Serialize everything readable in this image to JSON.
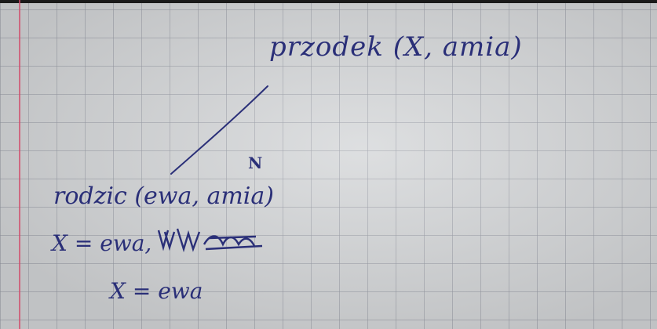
{
  "notebook": {
    "top_line": "przodek (X, amia)",
    "parent_line": "rodzic (ewa, amia)",
    "binding_line_1": "X = ewa,",
    "binding_line_2": "X = ewa",
    "small_mark": "N"
  },
  "colors": {
    "ink": "#2a2f78",
    "margin_line": "#d24a6a",
    "grid": "#969ba5",
    "paper": "#d6d8da"
  }
}
